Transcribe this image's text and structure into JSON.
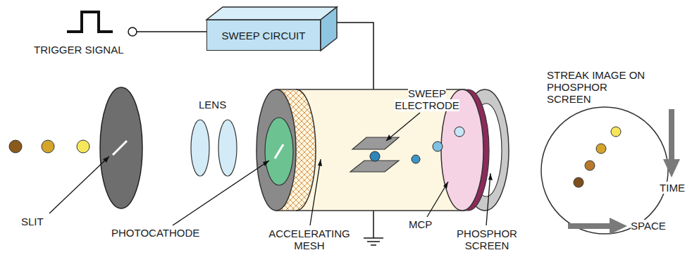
{
  "diagram": {
    "nodes": [
      {
        "text": [
          "SWEEP CIRCUIT"
        ]
      }
    ],
    "labels": [
      "TRIGGER SIGNAL",
      "SWEEP ELECTRODE",
      "STREAK IMAGE ON PHOSPHOR SCREEN",
      "LENS",
      "TIME",
      "SLIT",
      "PHOTOCATHODE",
      "ACCELERATING MESH",
      "MCP",
      "PHOSPHOR SCREEN",
      "SPACE"
    ]
  }
}
